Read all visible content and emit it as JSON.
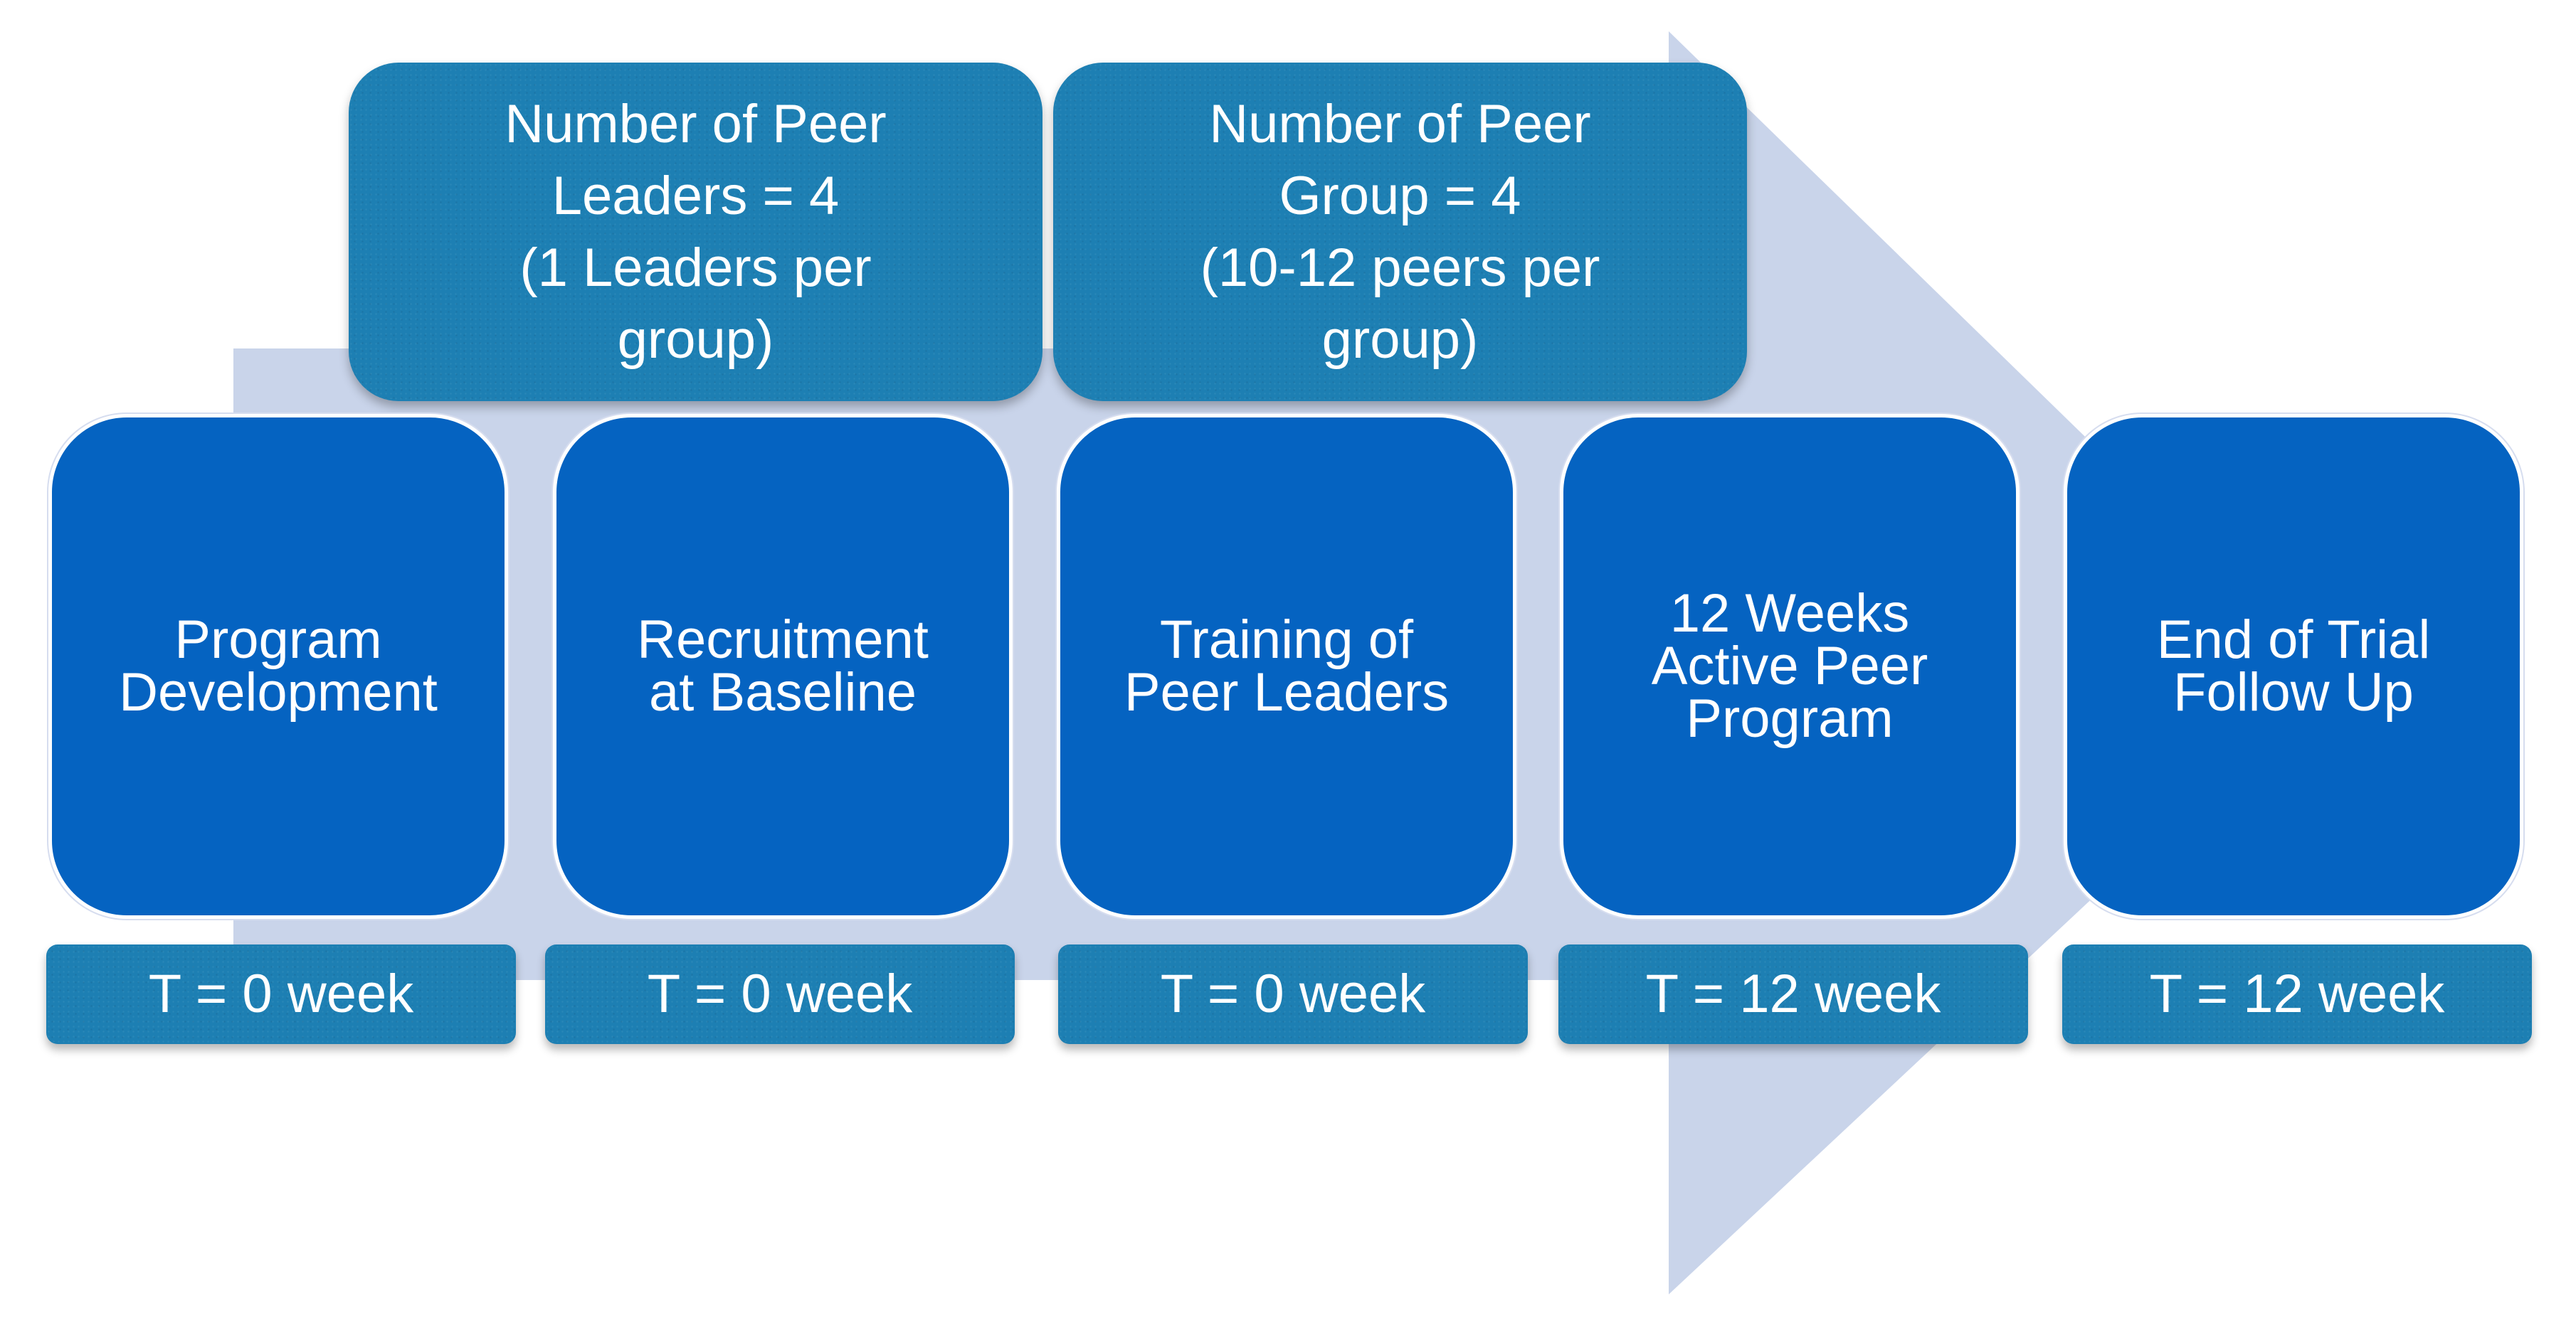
{
  "colors": {
    "arrow": "#c9d4ea",
    "step_fill": "#0563c1",
    "callout_fill": "#1d7fb3",
    "text": "#ffffff"
  },
  "callouts": [
    {
      "text": "Number of Peer\nLeaders = 4\n(1 Leaders per\ngroup)"
    },
    {
      "text": "Number of Peer\nGroup = 4\n(10-12 peers per\ngroup)"
    }
  ],
  "steps": [
    {
      "label": "Program\nDevelopment",
      "time": "T = 0 week"
    },
    {
      "label": "Recruitment\nat Baseline",
      "time": "T = 0 week"
    },
    {
      "label": "Training of\nPeer Leaders",
      "time": "T = 0 week"
    },
    {
      "label": "12 Weeks\nActive Peer\nProgram",
      "time": "T = 12 week"
    },
    {
      "label": "End of Trial\nFollow Up",
      "time": "T = 12 week"
    }
  ]
}
